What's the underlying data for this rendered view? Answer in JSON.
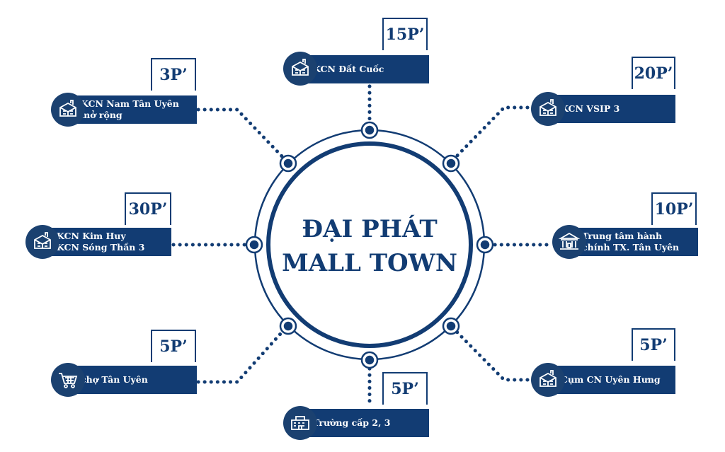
{
  "center": {
    "line1": "ĐẠI PHÁT",
    "line2": "MALL TOWN"
  },
  "colors": {
    "primary": "#123c73",
    "icon_bg": "#1b4170",
    "background": "#ffffff"
  },
  "destinations": [
    {
      "time": "15P’",
      "label_lines": [
        "KCN Đất Cuốc"
      ],
      "icon": "factory-icon"
    },
    {
      "time": "3P’",
      "label_lines": [
        "KCN Nam Tân Uyên",
        "mở rộng"
      ],
      "icon": "factory-icon"
    },
    {
      "time": "20P’",
      "label_lines": [
        "KCN VSIP 3"
      ],
      "icon": "factory-icon"
    },
    {
      "time": "30P’",
      "label_lines": [
        "KCN Kim Huy",
        "KCN Sóng Thần 3"
      ],
      "icon": "factory-icon"
    },
    {
      "time": "10P’",
      "label_lines": [
        "Trung tâm hành",
        "chính TX. Tân Uyên"
      ],
      "icon": "government-building-icon"
    },
    {
      "time": "5P’",
      "label_lines": [
        "chợ Tân Uyên"
      ],
      "icon": "shopping-cart-icon"
    },
    {
      "time": "5P’",
      "label_lines": [
        "Cụm CN Uyên Hưng"
      ],
      "icon": "factory-icon"
    },
    {
      "time": "5P’",
      "label_lines": [
        "Trường cấp 2, 3"
      ],
      "icon": "school-icon"
    }
  ]
}
